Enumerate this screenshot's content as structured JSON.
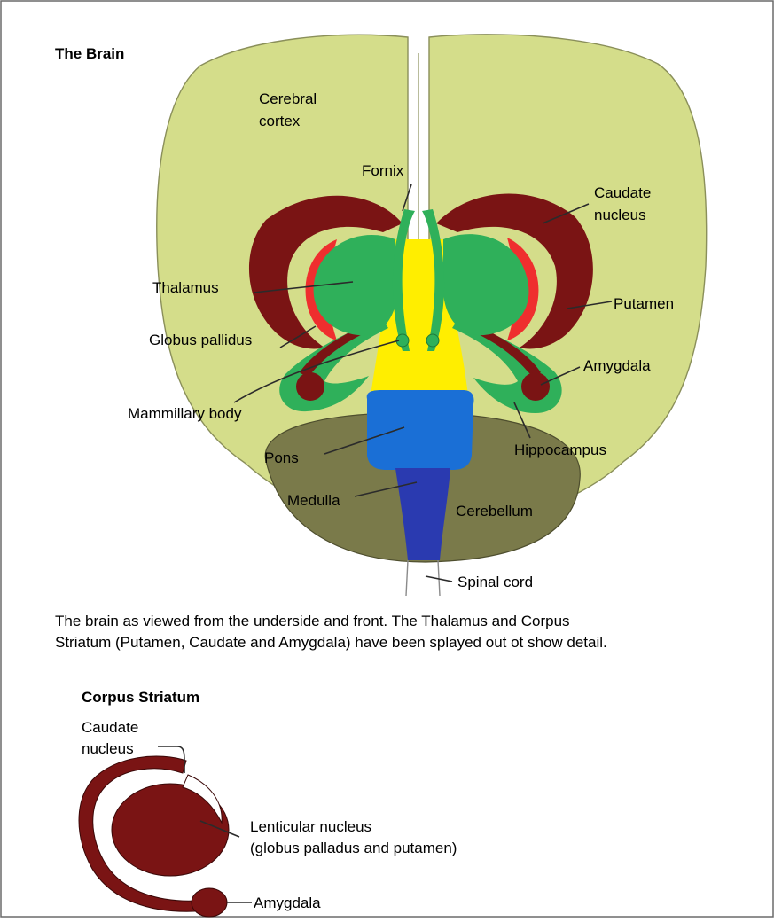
{
  "diagram": {
    "title": "The Brain",
    "labels": {
      "cerebral_cortex_1": "Cerebral",
      "cerebral_cortex_2": "cortex",
      "fornix": "Fornix",
      "caudate_1": "Caudate",
      "caudate_2": "nucleus",
      "thalamus": "Thalamus",
      "putamen": "Putamen",
      "globus_pallidus": "Globus pallidus",
      "amygdala": "Amygdala",
      "mammillary_body": "Mammillary body",
      "hippocampus": "Hippocampus",
      "pons": "Pons",
      "medulla": "Medulla",
      "cerebellum": "Cerebellum",
      "spinal_cord": "Spinal cord"
    },
    "caption_line1": "The brain as viewed from the underside and front. The Thalamus and Corpus",
    "caption_line2": "Striatum (Putamen, Caudate and Amygdala) have been splayed out ot show detail."
  },
  "striatum": {
    "title": "Corpus Striatum",
    "labels": {
      "caudate_1": "Caudate",
      "caudate_2": "nucleus",
      "lenticular_1": "Lenticular nucleus",
      "lenticular_2": "(globus palladus and putamen)",
      "amygdala": "Amygdala"
    }
  },
  "colors": {
    "cortex": "#d4dd8a",
    "cerebellum": "#7a7a4a",
    "caudate": "#7a1414",
    "putamen_red": "#ef2e2e",
    "thalamus": "#2fb05a",
    "yellow": "#ffee00",
    "pons": "#1a6fd6",
    "medulla": "#2a3ab0"
  }
}
